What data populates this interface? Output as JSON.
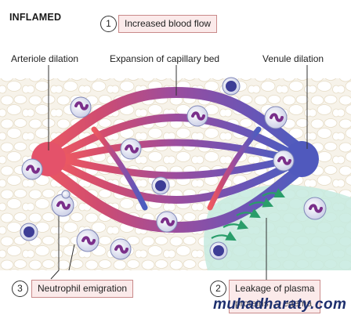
{
  "title": "INFLAMED",
  "steps": [
    {
      "number": "1",
      "label": "Increased blood flow"
    },
    {
      "number": "3",
      "label": "Neutrophil emigration"
    },
    {
      "number": "2",
      "label": "Leakage of plasma",
      "label_line2": "proteins → edema"
    }
  ],
  "labels": {
    "arteriole": "Arteriole dilation",
    "capillary": "Expansion of capillary bed",
    "venule": "Venule dilation"
  },
  "colors": {
    "arteriole": "#e8505a",
    "capillary": "#9b4d9e",
    "venule": "#4a5ec0",
    "callout_fill": "#fbeaea",
    "callout_border": "#c98a8a",
    "edema": "#c6eadf",
    "arrow": "#2a9d6a"
  },
  "watermark": "muhadharaty.com"
}
